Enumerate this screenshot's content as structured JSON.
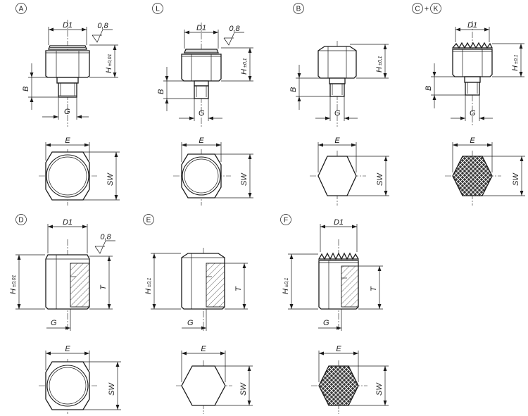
{
  "colors": {
    "line": "#1a1a1a",
    "background": "#ffffff"
  },
  "variants": [
    {
      "id": "A",
      "letters": [
        "A"
      ],
      "side": {
        "top": "D1",
        "height": "H",
        "height_tol": "±0,01",
        "b": "B",
        "g": "G",
        "roughness": "0,8"
      },
      "bottom": {
        "e": "E",
        "sw": "SW"
      }
    },
    {
      "id": "L",
      "letters": [
        "L"
      ],
      "side": {
        "top": "D1",
        "height": "H",
        "height_tol": "±0,1",
        "b": "B",
        "g": "G",
        "roughness": "0,8"
      },
      "bottom": {
        "e": "E",
        "sw": "SW"
      }
    },
    {
      "id": "B",
      "letters": [
        "B"
      ],
      "side": {
        "height": "H",
        "height_tol": "±0,1",
        "b": "B",
        "g": "G"
      },
      "bottom": {
        "e": "E",
        "sw": "SW"
      }
    },
    {
      "id": "CK",
      "letters": [
        "C",
        "K"
      ],
      "joiner": "+",
      "side": {
        "top": "D1",
        "height": "H",
        "height_tol": "±0,1",
        "b": "B",
        "g": "G"
      },
      "bottom": {
        "e": "E",
        "sw": "SW"
      }
    },
    {
      "id": "D",
      "letters": [
        "D"
      ],
      "side": {
        "top": "D1",
        "height": "H",
        "height_tol": "±0,01",
        "t": "T",
        "g": "G",
        "roughness": "0,8"
      },
      "bottom": {
        "e": "E",
        "sw": "SW"
      }
    },
    {
      "id": "E",
      "letters": [
        "E"
      ],
      "side": {
        "height": "H",
        "height_tol": "±0,1",
        "t": "T",
        "g": "G"
      },
      "bottom": {
        "e": "E",
        "sw": "SW"
      }
    },
    {
      "id": "F",
      "letters": [
        "F"
      ],
      "side": {
        "top": "D1",
        "height": "H",
        "height_tol": "±0,1",
        "t": "T",
        "g": "G"
      },
      "bottom": {
        "e": "E",
        "sw": "SW"
      }
    }
  ]
}
